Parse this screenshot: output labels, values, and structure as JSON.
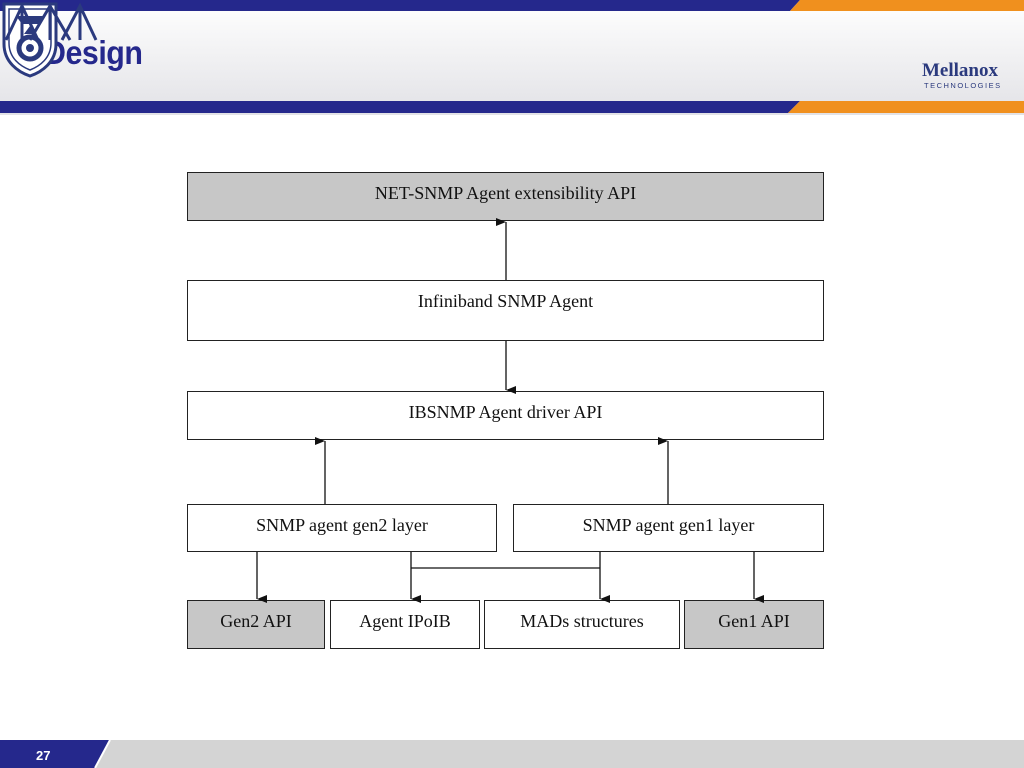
{
  "slide": {
    "title": "Design",
    "page_number": "27"
  },
  "logos": {
    "university": "technion-logo",
    "company": "Mellanox",
    "company_tagline": "TECHNOLOGIES"
  },
  "diagram": {
    "net_snmp_api": "NET-SNMP Agent extensibility API",
    "infiniband_agent": "Infiniband SNMP Agent",
    "driver_api": "IBSNMP Agent driver API",
    "gen2_layer": "SNMP agent gen2 layer",
    "gen1_layer": "SNMP agent gen1 layer",
    "gen2_api": "Gen2 API",
    "agent_ipoib": "Agent IPoIB",
    "mads_structures": "MADs structures",
    "gen1_api": "Gen1 API"
  },
  "colors": {
    "header_navy": "#25288c",
    "header_orange": "#f0901e",
    "box_gray": "#c7c7c7",
    "footer_gray": "#d4d4d4"
  }
}
